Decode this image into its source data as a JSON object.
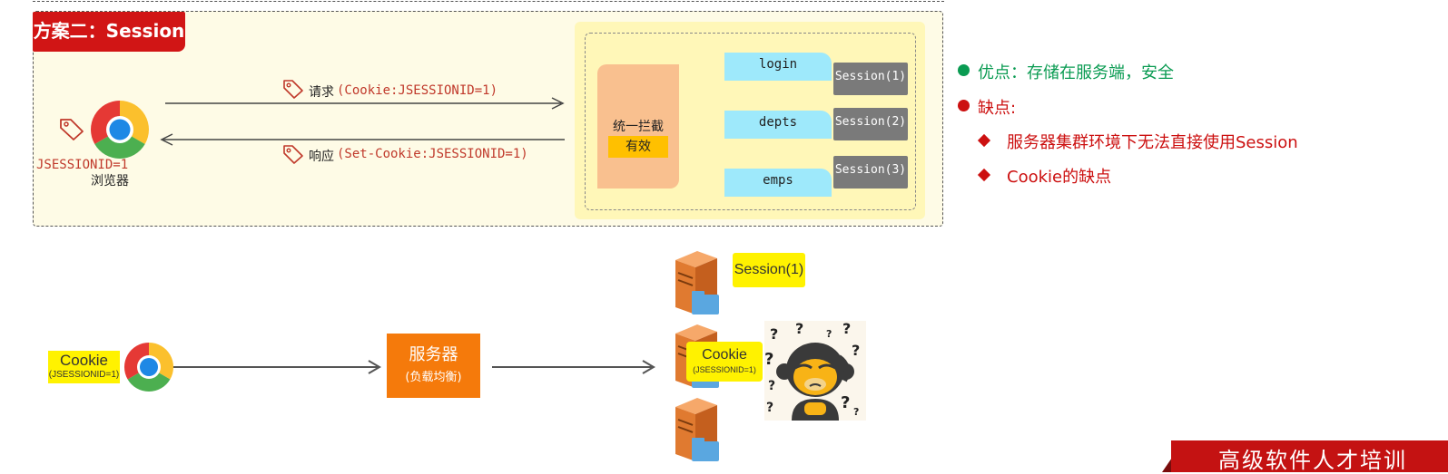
{
  "title": "方案二：Session",
  "browser": {
    "cookie_value": "JSESSIONID=1",
    "label": "浏览器"
  },
  "request": {
    "label": "请求",
    "detail": "(Cookie:JSESSIONID=1)"
  },
  "response": {
    "label": "响应",
    "detail": "(Set-Cookie:JSESSIONID=1)"
  },
  "server": {
    "interceptor": "统一拦截",
    "valid": "有效",
    "endpoints": [
      "login",
      "depts",
      "emps"
    ],
    "sessions": [
      "Session(1)",
      "Session(2)",
      "Session(3)"
    ]
  },
  "pros_cons": {
    "pros": "优点：存储在服务端，安全",
    "cons": "缺点:",
    "cons_items": [
      "服务器集群环境下无法直接使用Session",
      "Cookie的缺点"
    ]
  },
  "cluster": {
    "cookie_label": "Cookie",
    "cookie_sub": "(JSESSIONID=1)",
    "lb_label": "服务器",
    "lb_sub": "(负载均衡)",
    "session_tag": "Session(1)",
    "cookie2_label": "Cookie",
    "cookie2_sub": "(JSESSIONID=1)",
    "question_mark": "?"
  },
  "footer": {
    "text": "高级软件人才培训"
  },
  "colors": {
    "accent_red": "#d11515",
    "green": "#0a9b52",
    "arrow_green": "#8ac64f",
    "cyan": "#9ee9fb",
    "orange": "#f57a0b",
    "yellow": "#fff200"
  }
}
